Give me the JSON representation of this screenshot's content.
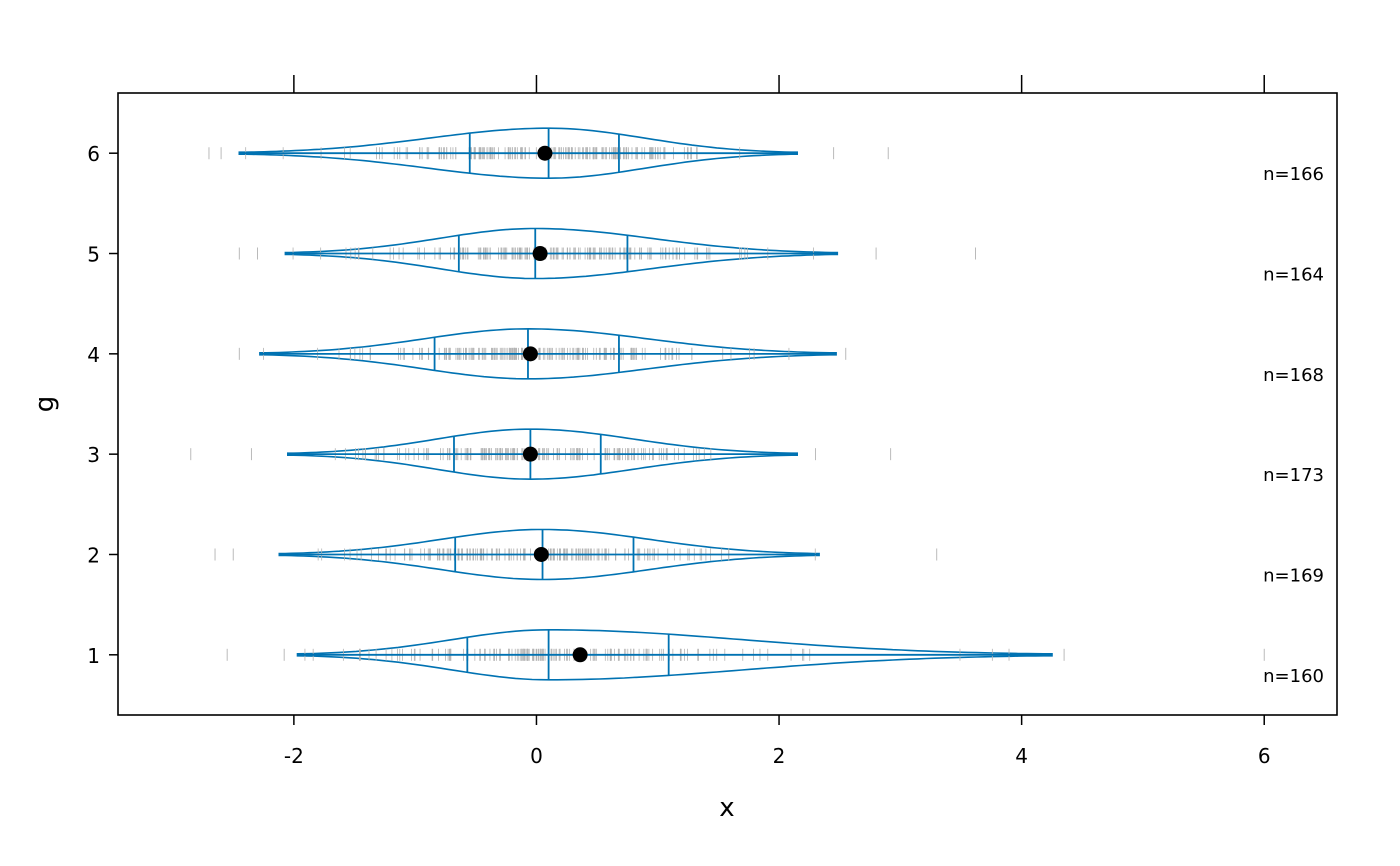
{
  "chart_data": {
    "type": "violin",
    "orientation": "horizontal",
    "xlabel": "x",
    "ylabel": "g",
    "xlim": [
      -3.45,
      6.6
    ],
    "ylim": [
      0.4,
      6.6
    ],
    "x_ticks": [
      "-2",
      "0",
      "2",
      "4",
      "6"
    ],
    "x_tick_values": [
      -2,
      0,
      2,
      4,
      6
    ],
    "grid": false,
    "colors": {
      "violin": "#0072B2",
      "rug": "#b3b3b3",
      "mean": "#000000"
    },
    "groups": [
      {
        "label": "1",
        "n_label": "n=160",
        "min": -1.97,
        "q1": -0.57,
        "median": 0.1,
        "q3": 1.09,
        "max": 4.25,
        "mean": 0.36,
        "outliers": [
          -2.55,
          -2.08,
          4.35,
          6.0
        ]
      },
      {
        "label": "2",
        "n_label": "n=169",
        "min": -2.12,
        "q1": -0.67,
        "median": 0.05,
        "q3": 0.8,
        "max": 2.33,
        "mean": 0.04,
        "outliers": [
          -2.65,
          -2.5,
          3.3
        ]
      },
      {
        "label": "3",
        "n_label": "n=173",
        "min": -2.05,
        "q1": -0.68,
        "median": -0.05,
        "q3": 0.53,
        "max": 2.15,
        "mean": -0.05,
        "outliers": [
          -2.85,
          -2.35,
          2.3,
          2.92
        ]
      },
      {
        "label": "4",
        "n_label": "n=168",
        "min": -2.28,
        "q1": -0.84,
        "median": -0.07,
        "q3": 0.68,
        "max": 2.47,
        "mean": -0.05,
        "outliers": [
          -2.45,
          2.55
        ]
      },
      {
        "label": "5",
        "n_label": "n=164",
        "min": -2.07,
        "q1": -0.64,
        "median": -0.01,
        "q3": 0.75,
        "max": 2.48,
        "mean": 0.03,
        "outliers": [
          -2.45,
          -2.3,
          2.8,
          3.62
        ]
      },
      {
        "label": "6",
        "n_label": "n=166",
        "min": -2.45,
        "q1": -0.55,
        "median": 0.1,
        "q3": 0.68,
        "max": 2.15,
        "mean": 0.07,
        "outliers": [
          -2.7,
          -2.6,
          2.45,
          2.9
        ]
      }
    ]
  }
}
